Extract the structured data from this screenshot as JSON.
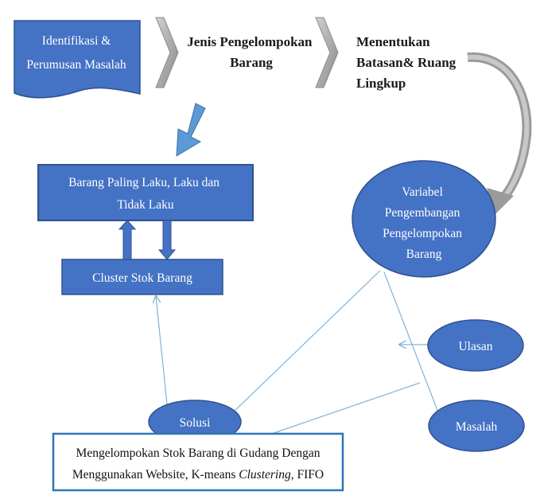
{
  "diagram": {
    "step1": {
      "lines": [
        "Identifikasi &",
        "Perumusan Masalah"
      ]
    },
    "step2": {
      "lines": [
        "Jenis Pengelompokan",
        "Barang"
      ]
    },
    "step3": {
      "lines": [
        "Menentukan",
        "Batasan& Ruang",
        "Lingkup"
      ]
    },
    "box_top": {
      "lines": [
        "Barang Paling Laku, Laku dan",
        "Tidak Laku"
      ]
    },
    "box_cluster": {
      "label": "Cluster Stok Barang"
    },
    "variabel": {
      "lines": [
        "Variabel",
        "Pengembangan",
        "Pengelompokan",
        "Barang"
      ]
    },
    "ulasan": {
      "label": "Ulasan"
    },
    "masalah": {
      "label": "Masalah"
    },
    "solusi": {
      "label": "Solusi"
    },
    "solution_box": {
      "line1": "Mengelompokan Stok Barang di Gudang Dengan",
      "line2_prefix": "Menggunakan Website, K-means ",
      "line2_italic": "Clustering,",
      "line2_suffix": " FIFO"
    },
    "colors": {
      "shape_fill": "#4472c4",
      "shape_dark": "#2f528f",
      "chevron": "#a6a6a6",
      "connector": "#7fb2d9",
      "down_arrow": "#5b9bd5"
    }
  }
}
